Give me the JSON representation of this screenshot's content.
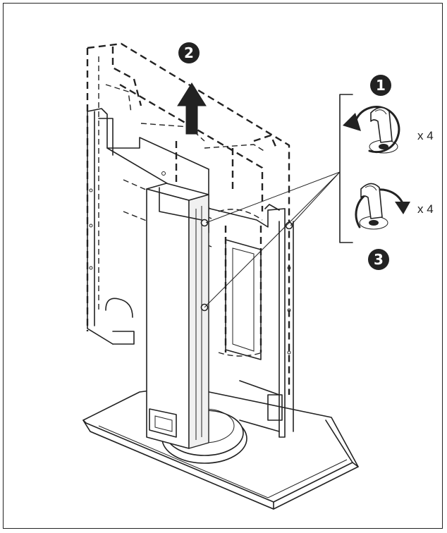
{
  "steps": {
    "step1": "1",
    "step2": "2",
    "step3": "3"
  },
  "quantities": {
    "loosen": "x 4",
    "tighten": "x 4"
  },
  "icons": {
    "badge": "numbered-circle",
    "lift": "up-arrow-icon",
    "loosen": "counterclockwise-screw-icon",
    "tighten": "clockwise-screw-icon"
  },
  "colors": {
    "line": "#222222",
    "background": "#ffffff"
  }
}
